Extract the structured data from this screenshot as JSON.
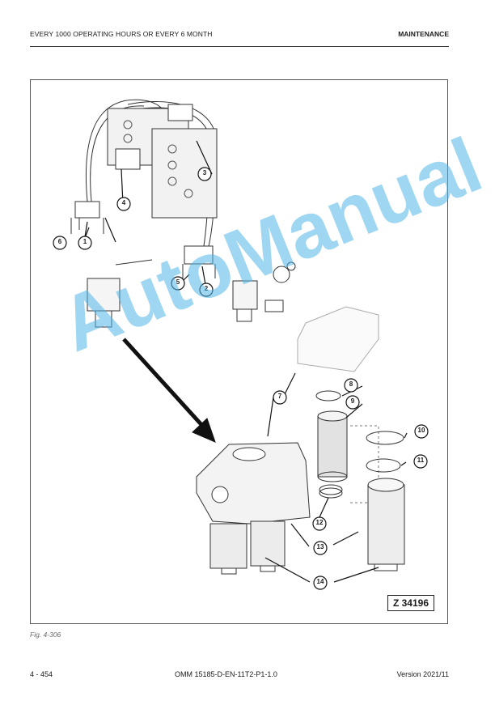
{
  "header": {
    "section_title": "EVERY 1000 OPERATING HOURS OR EVERY 6 MONTH",
    "chapter": "MAINTENANCE"
  },
  "figure": {
    "reference_id": "Z 34196",
    "callouts": [
      "1",
      "2",
      "3",
      "4",
      "5",
      "6",
      "7",
      "8",
      "9",
      "10",
      "11",
      "12",
      "13",
      "14"
    ]
  },
  "caption": "Fig. 4-306",
  "watermark": "AutoManual",
  "footer": {
    "page_number": "4 - 454",
    "document_id": "OMM 15185-D-EN-11T2-P1-1.0",
    "version": "Version 2021/11"
  }
}
